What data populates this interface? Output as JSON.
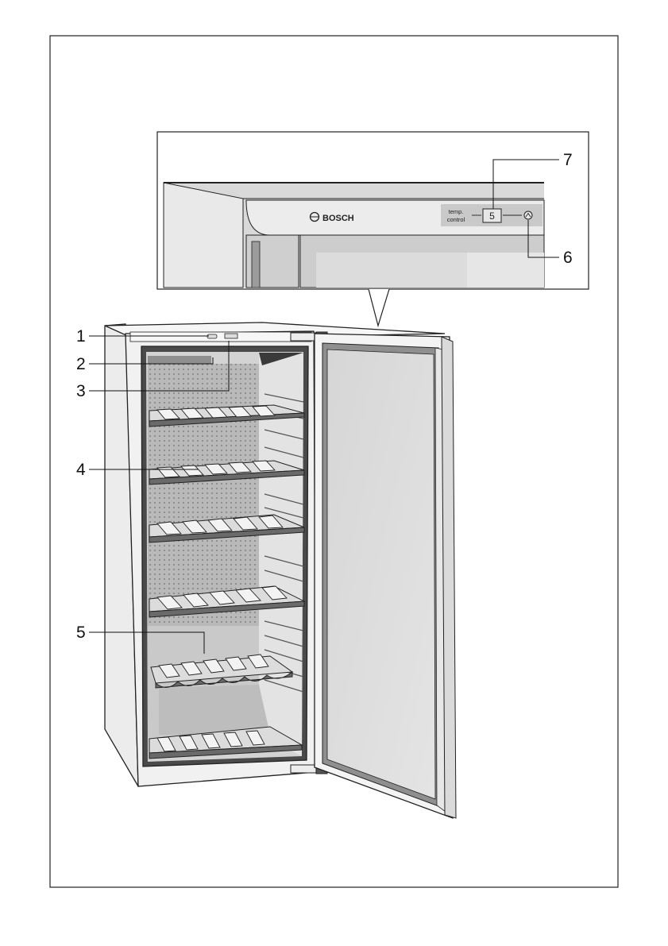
{
  "callouts": [
    {
      "number": "1"
    },
    {
      "number": "2"
    },
    {
      "number": "3"
    },
    {
      "number": "4"
    },
    {
      "number": "5"
    },
    {
      "number": "6"
    },
    {
      "number": "7"
    }
  ],
  "panel": {
    "brand": "BOSCH",
    "control_label_line1": "temp.",
    "control_label_line2": "control",
    "display_value": "5"
  }
}
